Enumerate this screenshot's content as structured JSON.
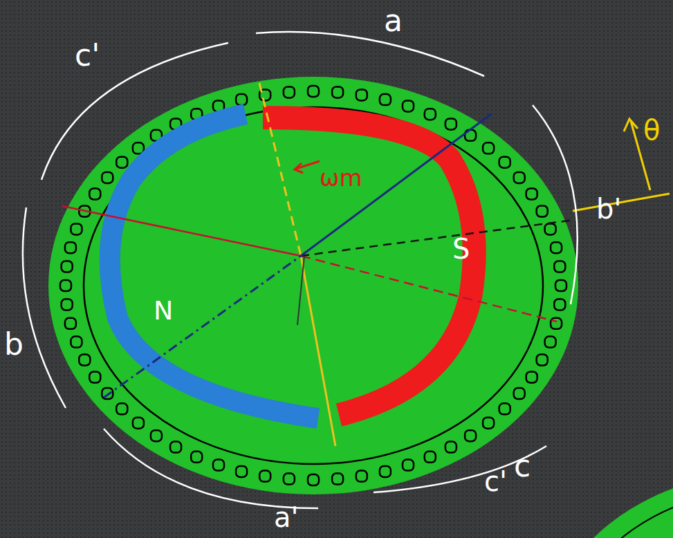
{
  "diagram": {
    "labels": [
      "c'",
      "a",
      "θ",
      "b'",
      "ωm",
      "S",
      "N",
      "b",
      "c'",
      "c",
      "a'"
    ]
  }
}
